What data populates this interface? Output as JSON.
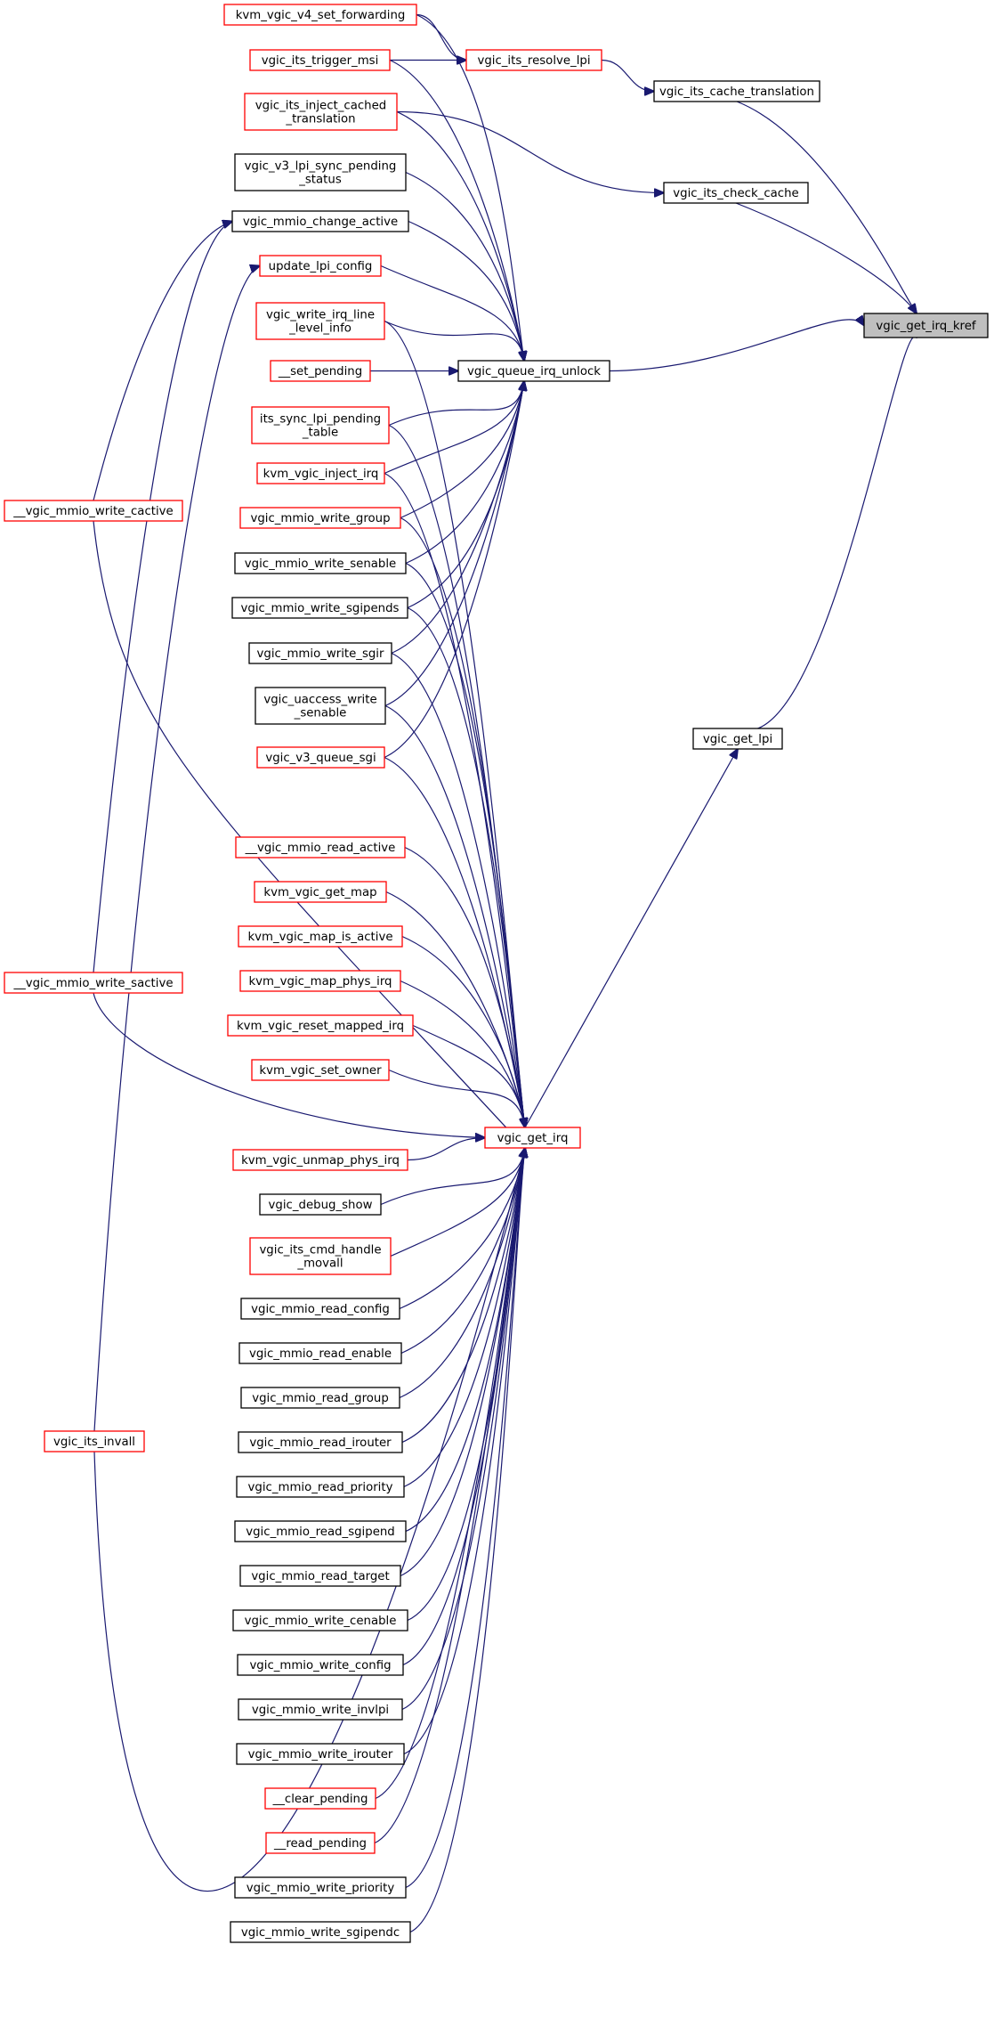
{
  "graph": {
    "nodes": [
      {
        "id": "kref",
        "lines": [
          "vgic_get_irq_kref"
        ],
        "border": "target"
      },
      {
        "id": "qiu",
        "lines": [
          "vgic_queue_irq_unlock"
        ],
        "border": "black"
      },
      {
        "id": "getirq",
        "lines": [
          "vgic_get_irq"
        ],
        "border": "red"
      },
      {
        "id": "getlpi",
        "lines": [
          "vgic_get_lpi"
        ],
        "border": "black"
      },
      {
        "id": "cachetr",
        "lines": [
          "vgic_its_cache_translation"
        ],
        "border": "black"
      },
      {
        "id": "chkcache",
        "lines": [
          "vgic_its_check_cache"
        ],
        "border": "black"
      },
      {
        "id": "reslpi",
        "lines": [
          "vgic_its_resolve_lpi"
        ],
        "border": "red"
      },
      {
        "id": "v4fwd",
        "lines": [
          "kvm_vgic_v4_set_forwarding"
        ],
        "border": "red"
      },
      {
        "id": "trigmsi",
        "lines": [
          "vgic_its_trigger_msi"
        ],
        "border": "red"
      },
      {
        "id": "injcache",
        "lines": [
          "vgic_its_inject_cached",
          "_translation"
        ],
        "border": "red"
      },
      {
        "id": "lpisync",
        "lines": [
          "vgic_v3_lpi_sync_pending",
          "_status"
        ],
        "border": "black"
      },
      {
        "id": "chgact",
        "lines": [
          "vgic_mmio_change_active"
        ],
        "border": "black"
      },
      {
        "id": "updlpi",
        "lines": [
          "update_lpi_config"
        ],
        "border": "red"
      },
      {
        "id": "wirqline",
        "lines": [
          "vgic_write_irq_line",
          "_level_info"
        ],
        "border": "red"
      },
      {
        "id": "setpend",
        "lines": [
          "__set_pending"
        ],
        "border": "red"
      },
      {
        "id": "itssync",
        "lines": [
          "its_sync_lpi_pending",
          "_table"
        ],
        "border": "red"
      },
      {
        "id": "injirq",
        "lines": [
          "kvm_vgic_inject_irq"
        ],
        "border": "red"
      },
      {
        "id": "wgroup",
        "lines": [
          "vgic_mmio_write_group"
        ],
        "border": "red"
      },
      {
        "id": "wsenable",
        "lines": [
          "vgic_mmio_write_senable"
        ],
        "border": "black"
      },
      {
        "id": "wsgipends",
        "lines": [
          "vgic_mmio_write_sgipends"
        ],
        "border": "black"
      },
      {
        "id": "wsgir",
        "lines": [
          "vgic_mmio_write_sgir"
        ],
        "border": "black"
      },
      {
        "id": "uasenable",
        "lines": [
          "vgic_uaccess_write",
          "_senable"
        ],
        "border": "black"
      },
      {
        "id": "v3sgi",
        "lines": [
          "vgic_v3_queue_sgi"
        ],
        "border": "red"
      },
      {
        "id": "wcactive",
        "lines": [
          "__vgic_mmio_write_cactive"
        ],
        "border": "red"
      },
      {
        "id": "wsactive",
        "lines": [
          "__vgic_mmio_write_sactive"
        ],
        "border": "red"
      },
      {
        "id": "itsinvall",
        "lines": [
          "vgic_its_invall"
        ],
        "border": "red"
      },
      {
        "id": "ractive",
        "lines": [
          "__vgic_mmio_read_active"
        ],
        "border": "red"
      },
      {
        "id": "getmap",
        "lines": [
          "kvm_vgic_get_map"
        ],
        "border": "red"
      },
      {
        "id": "mapact",
        "lines": [
          "kvm_vgic_map_is_active"
        ],
        "border": "red"
      },
      {
        "id": "mapphys",
        "lines": [
          "kvm_vgic_map_phys_irq"
        ],
        "border": "red"
      },
      {
        "id": "resetmap",
        "lines": [
          "kvm_vgic_reset_mapped_irq"
        ],
        "border": "red"
      },
      {
        "id": "setowner",
        "lines": [
          "kvm_vgic_set_owner"
        ],
        "border": "red"
      },
      {
        "id": "unmap",
        "lines": [
          "kvm_vgic_unmap_phys_irq"
        ],
        "border": "red"
      },
      {
        "id": "dbgshow",
        "lines": [
          "vgic_debug_show"
        ],
        "border": "black"
      },
      {
        "id": "movall",
        "lines": [
          "vgic_its_cmd_handle",
          "_movall"
        ],
        "border": "red"
      },
      {
        "id": "rconfig",
        "lines": [
          "vgic_mmio_read_config"
        ],
        "border": "black"
      },
      {
        "id": "renable",
        "lines": [
          "vgic_mmio_read_enable"
        ],
        "border": "black"
      },
      {
        "id": "rgroup",
        "lines": [
          "vgic_mmio_read_group"
        ],
        "border": "black"
      },
      {
        "id": "rirouter",
        "lines": [
          "vgic_mmio_read_irouter"
        ],
        "border": "black"
      },
      {
        "id": "rprio",
        "lines": [
          "vgic_mmio_read_priority"
        ],
        "border": "black"
      },
      {
        "id": "rsgipend",
        "lines": [
          "vgic_mmio_read_sgipend"
        ],
        "border": "black"
      },
      {
        "id": "rtarget",
        "lines": [
          "vgic_mmio_read_target"
        ],
        "border": "black"
      },
      {
        "id": "wcenable",
        "lines": [
          "vgic_mmio_write_cenable"
        ],
        "border": "black"
      },
      {
        "id": "wconfig",
        "lines": [
          "vgic_mmio_write_config"
        ],
        "border": "black"
      },
      {
        "id": "winvlpi",
        "lines": [
          "vgic_mmio_write_invlpi"
        ],
        "border": "black"
      },
      {
        "id": "wirouter",
        "lines": [
          "vgic_mmio_write_irouter"
        ],
        "border": "black"
      },
      {
        "id": "clrpend",
        "lines": [
          "__clear_pending"
        ],
        "border": "red"
      },
      {
        "id": "rdpend",
        "lines": [
          "__read_pending"
        ],
        "border": "red"
      },
      {
        "id": "wprio",
        "lines": [
          "vgic_mmio_write_priority"
        ],
        "border": "black"
      },
      {
        "id": "wsgipendc",
        "lines": [
          "vgic_mmio_write_sgipendc"
        ],
        "border": "black"
      }
    ],
    "edges": [
      [
        "cachetr",
        "kref"
      ],
      [
        "chkcache",
        "kref"
      ],
      [
        "qiu",
        "kref"
      ],
      [
        "getlpi",
        "kref"
      ],
      [
        "reslpi",
        "cachetr"
      ],
      [
        "injcache",
        "chkcache"
      ],
      [
        "getirq",
        "getlpi"
      ],
      [
        "v4fwd",
        "reslpi"
      ],
      [
        "trigmsi",
        "reslpi"
      ],
      [
        "v4fwd",
        "qiu"
      ],
      [
        "trigmsi",
        "qiu"
      ],
      [
        "injcache",
        "qiu"
      ],
      [
        "lpisync",
        "qiu"
      ],
      [
        "chgact",
        "qiu"
      ],
      [
        "updlpi",
        "qiu"
      ],
      [
        "wirqline",
        "qiu"
      ],
      [
        "setpend",
        "qiu"
      ],
      [
        "itssync",
        "qiu"
      ],
      [
        "injirq",
        "qiu"
      ],
      [
        "wgroup",
        "qiu"
      ],
      [
        "wsenable",
        "qiu"
      ],
      [
        "wsgipends",
        "qiu"
      ],
      [
        "wsgir",
        "qiu"
      ],
      [
        "uasenable",
        "qiu"
      ],
      [
        "v3sgi",
        "qiu"
      ],
      [
        "wcactive",
        "chgact"
      ],
      [
        "wsactive",
        "chgact"
      ],
      [
        "itsinvall",
        "updlpi"
      ],
      [
        "wcactive",
        "getirq"
      ],
      [
        "wsactive",
        "getirq"
      ],
      [
        "itsinvall",
        "getirq"
      ],
      [
        "wirqline",
        "getirq"
      ],
      [
        "itssync",
        "getirq"
      ],
      [
        "injirq",
        "getirq"
      ],
      [
        "wgroup",
        "getirq"
      ],
      [
        "wsenable",
        "getirq"
      ],
      [
        "wsgipends",
        "getirq"
      ],
      [
        "wsgir",
        "getirq"
      ],
      [
        "uasenable",
        "getirq"
      ],
      [
        "v3sgi",
        "getirq"
      ],
      [
        "ractive",
        "getirq"
      ],
      [
        "getmap",
        "getirq"
      ],
      [
        "mapact",
        "getirq"
      ],
      [
        "mapphys",
        "getirq"
      ],
      [
        "resetmap",
        "getirq"
      ],
      [
        "setowner",
        "getirq"
      ],
      [
        "unmap",
        "getirq"
      ],
      [
        "dbgshow",
        "getirq"
      ],
      [
        "movall",
        "getirq"
      ],
      [
        "rconfig",
        "getirq"
      ],
      [
        "renable",
        "getirq"
      ],
      [
        "rgroup",
        "getirq"
      ],
      [
        "rirouter",
        "getirq"
      ],
      [
        "rprio",
        "getirq"
      ],
      [
        "rsgipend",
        "getirq"
      ],
      [
        "rtarget",
        "getirq"
      ],
      [
        "wcenable",
        "getirq"
      ],
      [
        "wconfig",
        "getirq"
      ],
      [
        "winvlpi",
        "getirq"
      ],
      [
        "wirouter",
        "getirq"
      ],
      [
        "clrpend",
        "getirq"
      ],
      [
        "rdpend",
        "getirq"
      ],
      [
        "wprio",
        "getirq"
      ],
      [
        "wsgipendc",
        "getirq"
      ]
    ]
  },
  "colors": {
    "edge": "#191970",
    "red_border": "#ff0000",
    "black_border": "#000000",
    "target_fill": "#bfbfbf"
  }
}
